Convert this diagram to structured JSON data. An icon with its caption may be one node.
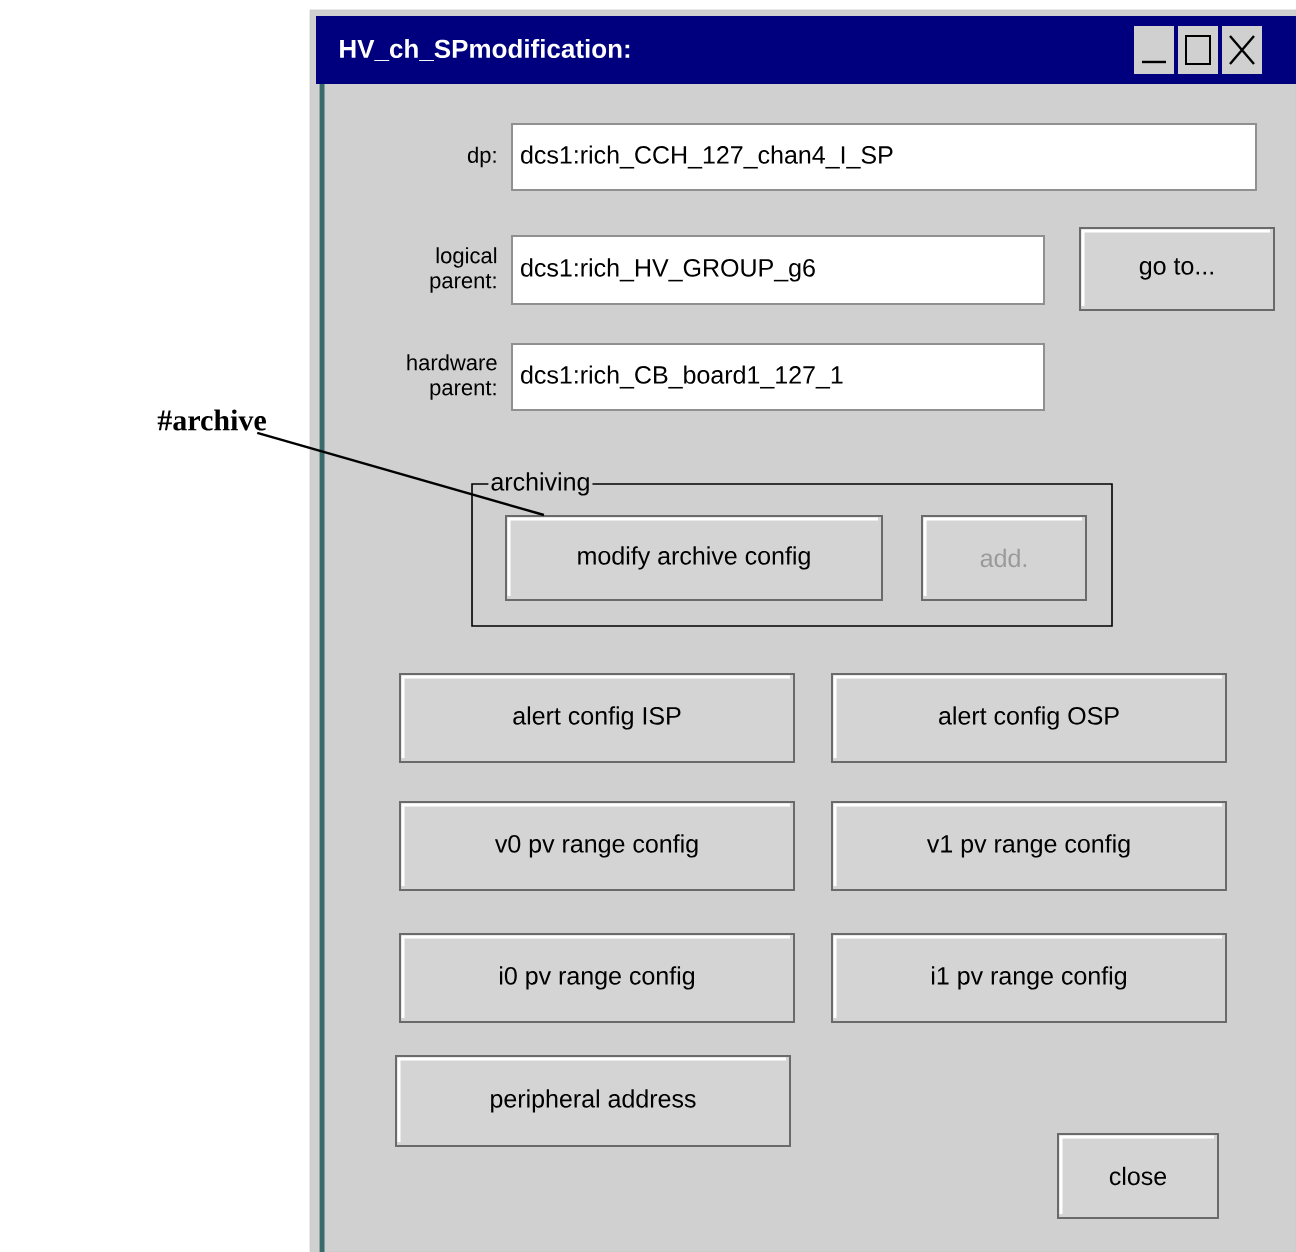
{
  "diagram": {
    "nodes": [
      {
        "text": [
          "#archive"
        ]
      },
      {
        "text": [
          "HV_ch_SPmodification:"
        ]
      },
      {
        "text": [
          "dcs1:rich_CCH_127_chan4_I_SP"
        ],
        "beside": [
          "dp:"
        ],
        "in": 1
      },
      {
        "text": [
          "dcs1:rich_HV_GROUP_g6"
        ],
        "beside": [
          "logical parent:"
        ],
        "in": 1
      },
      {
        "text": [
          "go to..."
        ],
        "in": 1
      },
      {
        "text": [
          "dcs1:rich_CB_board1_127_1"
        ],
        "beside": [
          "hardware parent:"
        ],
        "in": 1
      },
      {
        "text": [
          "archiving"
        ],
        "in": 1
      },
      {
        "text": [
          "modify archive config"
        ],
        "in": 6
      },
      {
        "text": [
          "add."
        ],
        "in": 6
      },
      {
        "text": [
          "alert config ISP"
        ],
        "in": 1
      },
      {
        "text": [
          "alert config OSP"
        ],
        "in": 1
      },
      {
        "text": [
          "v0 pv range config"
        ],
        "in": 1
      },
      {
        "text": [
          "v1 pv range config"
        ],
        "in": 1
      },
      {
        "text": [
          "i0 pv range config"
        ],
        "in": 1
      },
      {
        "text": [
          "i1 pv range config"
        ],
        "in": 1
      },
      {
        "text": [
          "peripheral address"
        ],
        "in": 1
      },
      {
        "text": [
          "close"
        ],
        "in": 1
      }
    ],
    "edges": [
      {
        "from": 0,
        "to": 7,
        "arrow": "none"
      }
    ]
  }
}
